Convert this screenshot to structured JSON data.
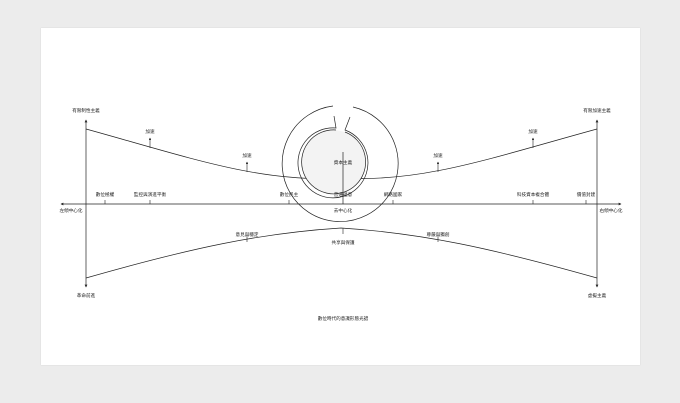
{
  "diagram": {
    "caption": "數位時代的意識形態光譜",
    "center_label": "資本主義",
    "axis": {
      "left_label": "左傾中心化",
      "right_label": "右傾中心化",
      "center_label": "去中心化"
    },
    "upper_pole_left": "有限制性主義",
    "upper_pole_right": "有限加速主義",
    "lower_pole_left": "革命前進",
    "lower_pole_right": "虛擬主義",
    "upper_arrows": [
      "加速",
      "加速",
      "加速",
      "加速"
    ],
    "lower_labels": [
      "意見與穩定",
      "共享與保護",
      "尊嚴與獨創"
    ],
    "axis_labels": [
      "數位極權",
      "監控與演進平衡",
      "數位民主",
      "普通蘊意",
      "網路國家",
      "科技資本複合體",
      "價值封建"
    ]
  }
}
